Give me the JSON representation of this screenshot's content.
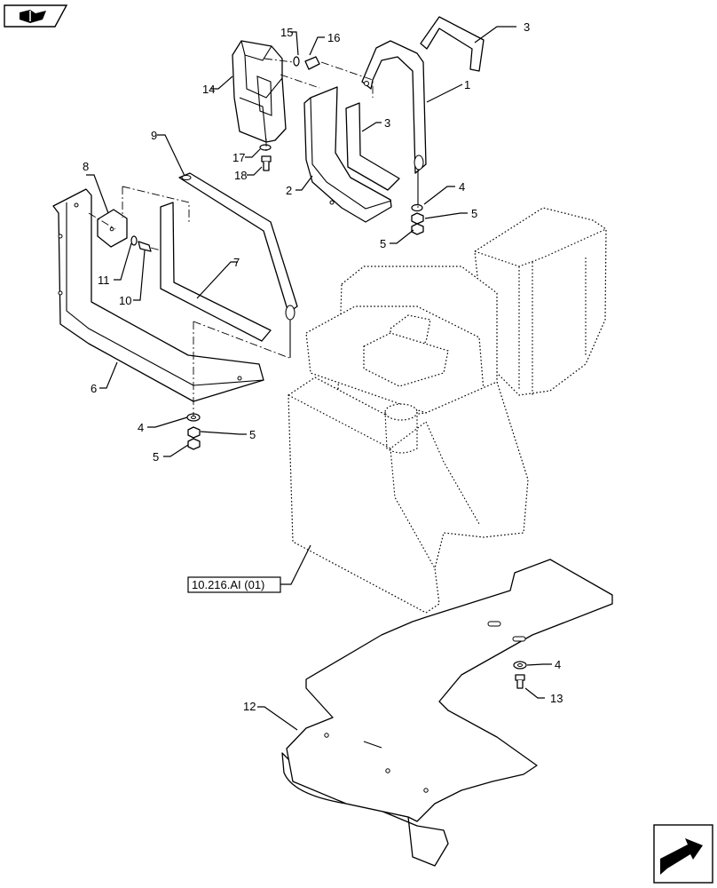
{
  "diagram": {
    "reference_box": "10.216.AI (01)",
    "callouts": [
      {
        "id": "c1",
        "label": "1"
      },
      {
        "id": "c2",
        "label": "2"
      },
      {
        "id": "c3a",
        "label": "3"
      },
      {
        "id": "c3b",
        "label": "3"
      },
      {
        "id": "c4a",
        "label": "4"
      },
      {
        "id": "c5a",
        "label": "5"
      },
      {
        "id": "c5b",
        "label": "5"
      },
      {
        "id": "c4b",
        "label": "4"
      },
      {
        "id": "c5c",
        "label": "5"
      },
      {
        "id": "c5d",
        "label": "5"
      },
      {
        "id": "c4c",
        "label": "4"
      },
      {
        "id": "c6",
        "label": "6"
      },
      {
        "id": "c7",
        "label": "7"
      },
      {
        "id": "c8",
        "label": "8"
      },
      {
        "id": "c9",
        "label": "9"
      },
      {
        "id": "c10",
        "label": "10"
      },
      {
        "id": "c11",
        "label": "11"
      },
      {
        "id": "c12",
        "label": "12"
      },
      {
        "id": "c13",
        "label": "13"
      },
      {
        "id": "c14",
        "label": "14"
      },
      {
        "id": "c15",
        "label": "15"
      },
      {
        "id": "c16",
        "label": "16"
      },
      {
        "id": "c17",
        "label": "17"
      },
      {
        "id": "c18",
        "label": "18"
      }
    ]
  }
}
